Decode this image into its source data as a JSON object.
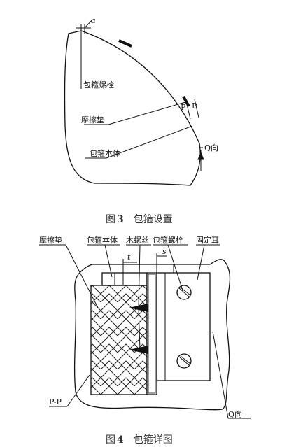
{
  "figure3": {
    "caption_prefix": "图",
    "caption_number": "3",
    "caption_title": "包箍设置",
    "labels": {
      "a": "a",
      "bolt": "包箍螺栓",
      "pad": "摩擦垫",
      "body": "包箍本体",
      "p1": "P",
      "p2": "P",
      "q": "Q向"
    }
  },
  "figure4": {
    "caption_prefix": "图",
    "caption_number": "4",
    "caption_title": "包箍详图",
    "labels": {
      "pad": "摩擦垫",
      "body": "包箍本体",
      "wood_screw": "木螺丝",
      "bolt": "包箍螺栓",
      "ear": "固定耳",
      "t": "t",
      "s": "s",
      "pp": "P-P",
      "q": "Q向"
    }
  }
}
